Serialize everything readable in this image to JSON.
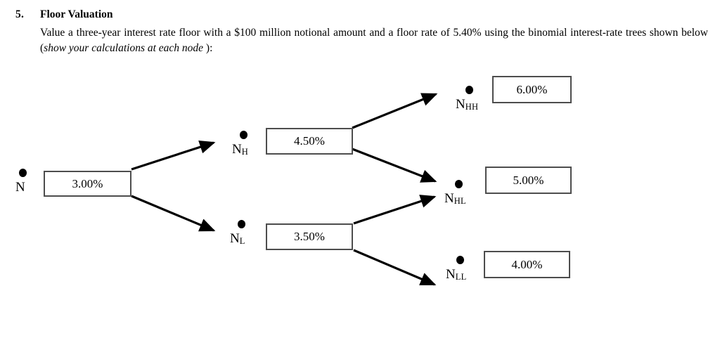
{
  "question": {
    "number": "5.",
    "title": "Floor Valuation",
    "body_part1": "Value a three-year interest rate floor with a $100 million notional amount and a floor rate of 5.40% using the binomial interest-rate trees shown below (",
    "body_italic": "show your calculations at each node",
    "body_part2": " ):"
  },
  "tree": {
    "type": "binomial-interest-rate-tree",
    "nodes": [
      {
        "id": "N",
        "label": "N",
        "label_sub": "",
        "rate": "3.00%",
        "period": 0
      },
      {
        "id": "NH",
        "label": "N",
        "label_sub": "H",
        "rate": "4.50%",
        "period": 1
      },
      {
        "id": "NL",
        "label": "N",
        "label_sub": "L",
        "rate": "3.50%",
        "period": 1
      },
      {
        "id": "NHH",
        "label": "N",
        "label_sub": "HH",
        "rate": "6.00%",
        "period": 2
      },
      {
        "id": "NHL",
        "label": "N",
        "label_sub": "HL",
        "rate": "5.00%",
        "period": 2
      },
      {
        "id": "NLL",
        "label": "N",
        "label_sub": "LL",
        "rate": "4.00%",
        "period": 2
      }
    ],
    "edges": [
      {
        "from": "N",
        "to": "NH"
      },
      {
        "from": "N",
        "to": "NL"
      },
      {
        "from": "NH",
        "to": "NHH"
      },
      {
        "from": "NH",
        "to": "NHL"
      },
      {
        "from": "NL",
        "to": "NHL"
      },
      {
        "from": "NL",
        "to": "NLL"
      }
    ]
  }
}
